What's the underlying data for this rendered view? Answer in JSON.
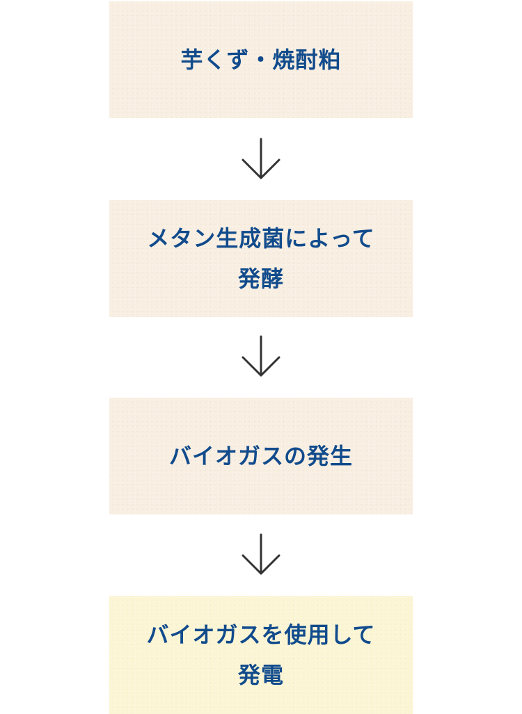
{
  "diagram": {
    "steps": [
      {
        "label": "芋くず・焼酎粕"
      },
      {
        "label": "メタン生成菌によって\n発酵"
      },
      {
        "label": "バイオガスの発生"
      },
      {
        "label": "バイオガスを使用して\n発電"
      }
    ],
    "arrow_icon": "down-arrow-icon",
    "colors": {
      "text": "#114b8c",
      "box_bg": "#f8eee1",
      "final_box_bg": "#fbf5d4",
      "arrow": "#333333"
    }
  }
}
